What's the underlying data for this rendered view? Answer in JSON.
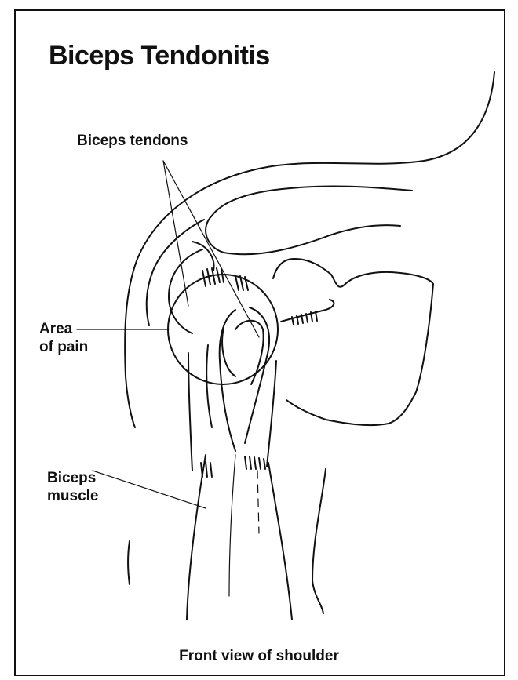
{
  "title": "Biceps Tendonitis",
  "labels": {
    "biceps_tendons": "Biceps tendons",
    "area_of_pain_line1": "Area",
    "area_of_pain_line2": "of pain",
    "biceps_muscle_line1": "Biceps",
    "biceps_muscle_line2": "muscle"
  },
  "caption": "Front view of shoulder"
}
